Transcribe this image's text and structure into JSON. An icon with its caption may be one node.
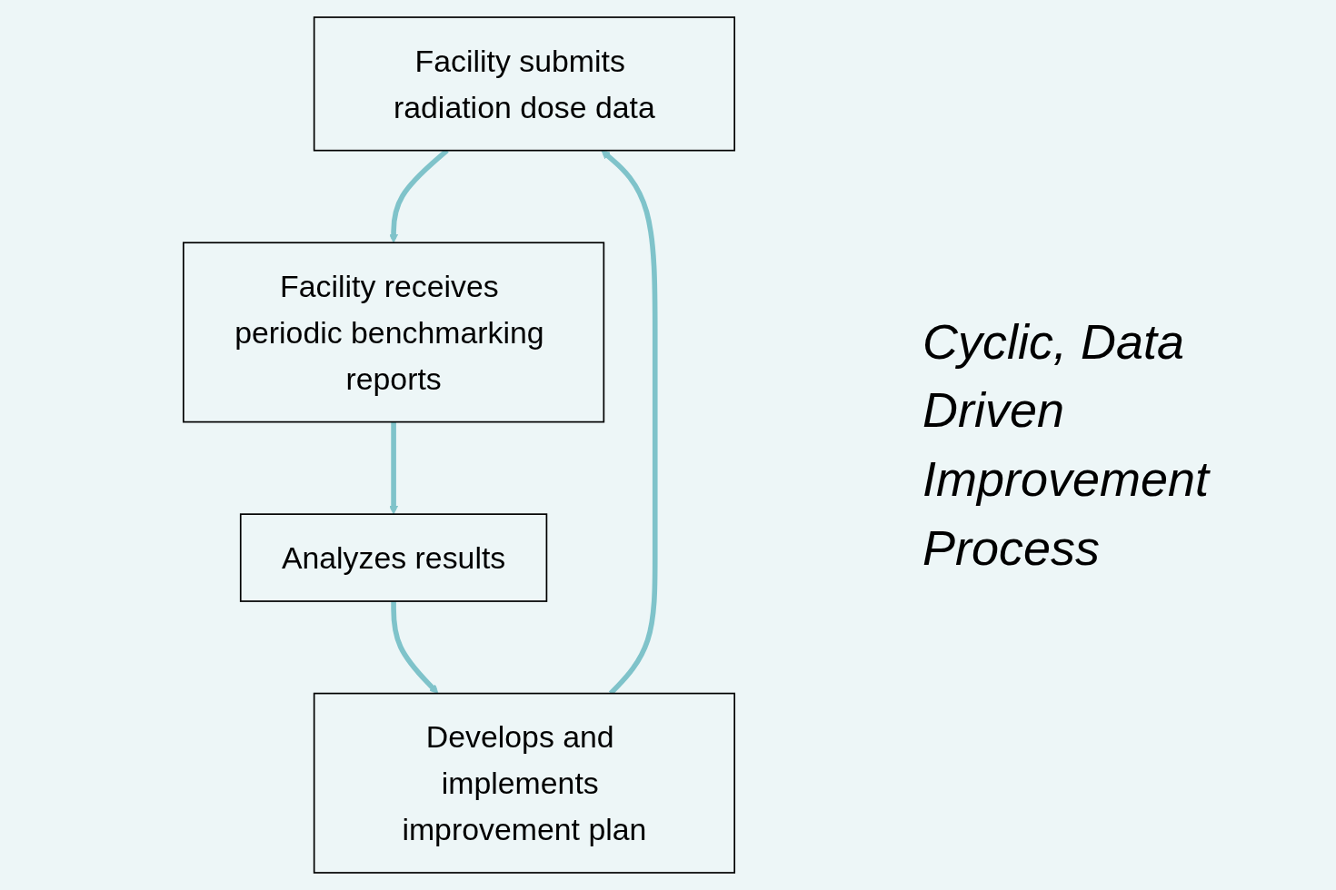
{
  "diagram": {
    "title": "Cyclic, Data Driven Improvement Process",
    "nodes": [
      {
        "text": [
          "Facility submits radiation dose data"
        ]
      },
      {
        "text": [
          "Facility receives periodic benchmarking reports"
        ]
      },
      {
        "text": [
          "Analyzes results"
        ]
      },
      {
        "text": [
          "Develops and implements improvement plan"
        ]
      }
    ],
    "edges": [
      {
        "from": 0,
        "to": 1,
        "arrow": "to"
      },
      {
        "from": 1,
        "to": 2,
        "arrow": "to"
      },
      {
        "from": 2,
        "to": 3,
        "arrow": "to"
      },
      {
        "from": 3,
        "to": 0,
        "arrow": "to"
      }
    ]
  }
}
